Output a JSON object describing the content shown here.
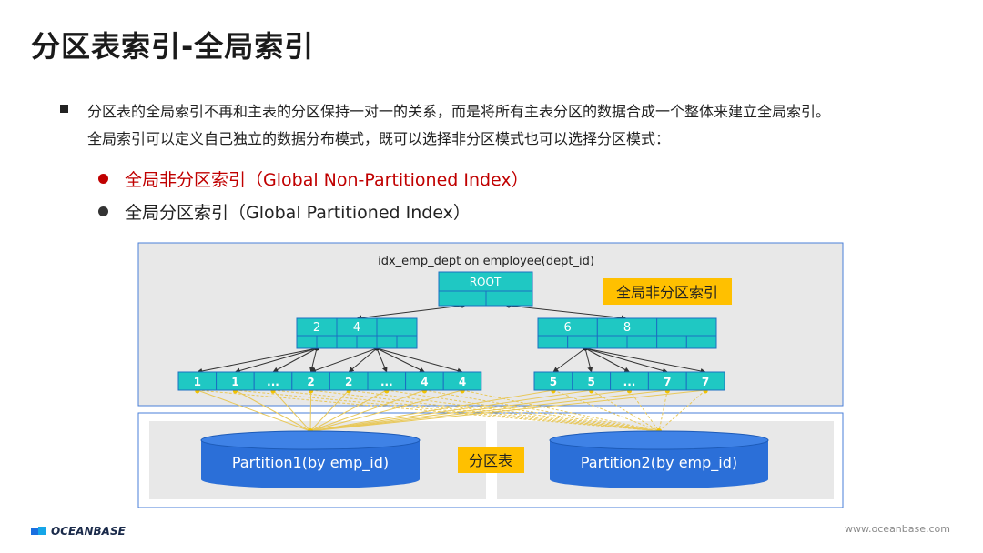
{
  "title": "分区表索引-全局索引",
  "description": {
    "line1": "分区表的全局索引不再和主表的分区保持一对一的关系，而是将所有主表分区的数据合成一个整体来建立全局索引。",
    "line2": "全局索引可以定义自己独立的数据分布模式，既可以选择非分区模式也可以选择分区模式："
  },
  "bullets": [
    {
      "text": "全局非分区索引（Global Non-Partitioned Index）",
      "color": "#c00000"
    },
    {
      "text": "全局分区索引（Global Partitioned Index）",
      "color": "#222222"
    }
  ],
  "diagram": {
    "index_caption": "idx_emp_dept on employee(dept_id)",
    "root_label": "ROOT",
    "global_index_tag": "全局非分区索引",
    "table_tag": "分区表",
    "left_branch": [
      "2",
      "4",
      ""
    ],
    "right_branch": [
      "6",
      "8",
      ""
    ],
    "left_leaves": [
      "1",
      "1",
      "...",
      "2",
      "2",
      "...",
      "4",
      "4"
    ],
    "right_leaves": [
      "5",
      "5",
      "...",
      "7",
      "7"
    ],
    "partitions": [
      "Partition1(by emp_id)",
      "Partition2(by emp_id)"
    ],
    "colors": {
      "cell": "#1fc8c3",
      "cell_border": "#1b6fc2",
      "cylinder": "#2b6fd8",
      "tag_bg": "#ffc000",
      "panel": "#e8e8e8",
      "link": "#e8c85a"
    }
  },
  "footer": {
    "logo": "OCEANBASE",
    "website": "www.oceanbase.com"
  }
}
